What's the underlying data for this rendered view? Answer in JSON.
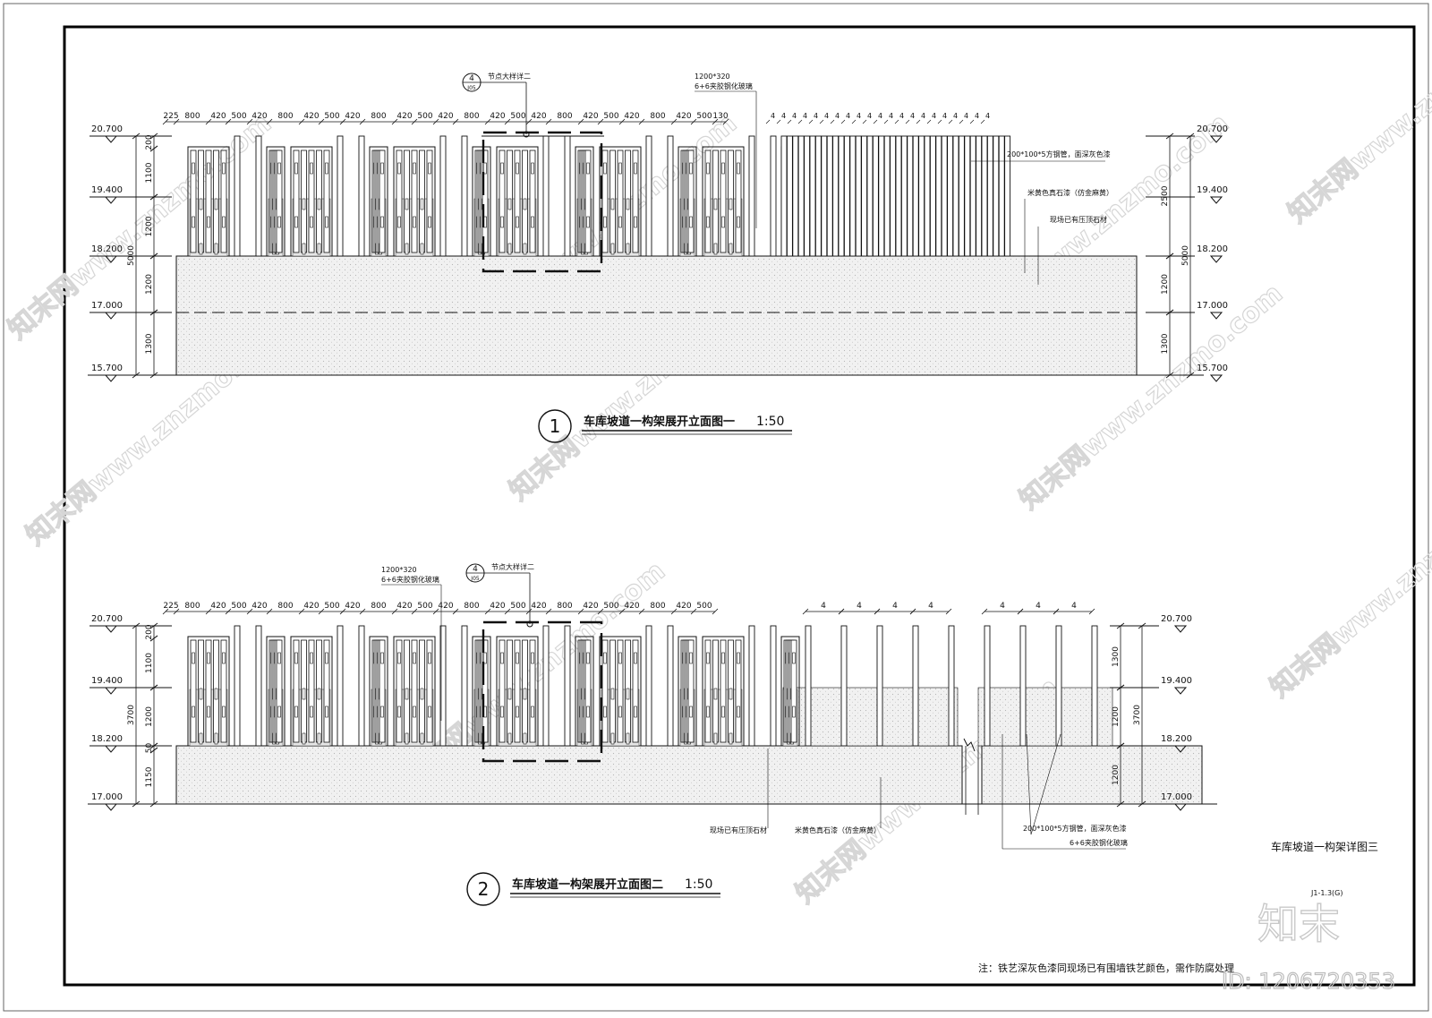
{
  "elevation1": {
    "dims": [
      "225",
      "800",
      "420",
      "500",
      "420",
      "800",
      "420",
      "500",
      "420",
      "800",
      "420",
      "500",
      "420",
      "800",
      "420",
      "500",
      "420",
      "800",
      "420",
      "500",
      "420",
      "800",
      "420",
      "500",
      "130"
    ],
    "fine_dim": "4",
    "levels": [
      "20.700",
      "19.400",
      "18.200",
      "17.000",
      "15.700"
    ],
    "vdims_left": [
      "200",
      "1100",
      "1200",
      "1200",
      "1300"
    ],
    "vdim_total": "5000",
    "vdims_right": [
      "2500",
      "1200",
      "1300"
    ],
    "vdim_total_right": "5000",
    "detail_ref": {
      "num": "4",
      "sheet": "J05",
      "label": "节点大样详二"
    },
    "ann_glass": [
      "1200*320",
      "6+6夹胶钢化玻璃"
    ],
    "ann_tube": "200*100*5方钢管，面深灰色漆",
    "ann_stone_paint": "米黄色真石漆（仿金麻黄）",
    "ann_coping": "现场已有压顶石材",
    "title_num": "1",
    "title": "车库坡道一构架展开立面图一",
    "scale": "1:50"
  },
  "elevation2": {
    "dims": [
      "225",
      "800",
      "420",
      "500",
      "420",
      "800",
      "420",
      "500",
      "420",
      "800",
      "420",
      "500",
      "420",
      "800",
      "420",
      "500",
      "420",
      "800",
      "420",
      "500",
      "420",
      "800",
      "420",
      "500"
    ],
    "wide_dims": [
      "4",
      "4",
      "4",
      "4",
      "4",
      "4",
      "4"
    ],
    "levels": [
      "20.700",
      "19.400",
      "18.200",
      "17.000"
    ],
    "vdims_left": [
      "200",
      "1100",
      "1200",
      "50",
      "1150"
    ],
    "vdim_total": "3700",
    "vdims_right": [
      "1300",
      "1200",
      "1200"
    ],
    "vdim_total_right": "3700",
    "detail_ref": {
      "num": "4",
      "sheet": "J05",
      "label": "节点大样详二"
    },
    "ann_glass": [
      "1200*320",
      "6+6夹胶钢化玻璃"
    ],
    "ann_coping": "现场已有压顶石材",
    "ann_stone_paint": "米黄色真石漆（仿金麻黄）",
    "ann_tube": "200*100*5方钢管，面深灰色漆",
    "ann_glass2": "6+6夹胶钢化玻璃",
    "title_num": "2",
    "title": "车库坡道一构架展开立面图二",
    "scale": "1:50"
  },
  "sheet_title": "车库坡道一构架详图三",
  "sheet_code": "J1-1.3(G)",
  "note": "注：铁艺深灰色漆同现场已有围墙铁艺颜色，需作防腐处理",
  "logo_text": "知末",
  "id_text": "ID: 1206720353",
  "watermark": "知末网www.znzmo.com",
  "colors": {
    "line": "#111111",
    "fill": "#e2e2e2",
    "watermark": "#d6d6d6"
  }
}
